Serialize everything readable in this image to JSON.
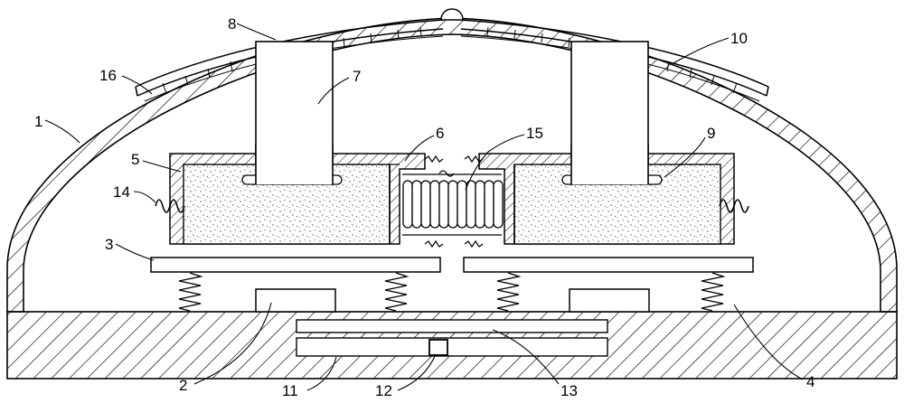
{
  "figure": {
    "labels": [
      {
        "id": "1",
        "text": "1"
      },
      {
        "id": "2",
        "text": "2"
      },
      {
        "id": "3",
        "text": "3"
      },
      {
        "id": "4",
        "text": "4"
      },
      {
        "id": "5",
        "text": "5"
      },
      {
        "id": "6",
        "text": "6"
      },
      {
        "id": "7",
        "text": "7"
      },
      {
        "id": "8",
        "text": "8"
      },
      {
        "id": "9",
        "text": "9"
      },
      {
        "id": "10",
        "text": "10"
      },
      {
        "id": "11",
        "text": "11"
      },
      {
        "id": "12",
        "text": "12"
      },
      {
        "id": "13",
        "text": "13"
      },
      {
        "id": "14",
        "text": "14"
      },
      {
        "id": "15",
        "text": "15"
      },
      {
        "id": "16",
        "text": "16"
      }
    ],
    "colors": {
      "line": "#000000",
      "fill": "#ffffff",
      "hatch": "#000000",
      "foam_dot": "#555555"
    }
  }
}
